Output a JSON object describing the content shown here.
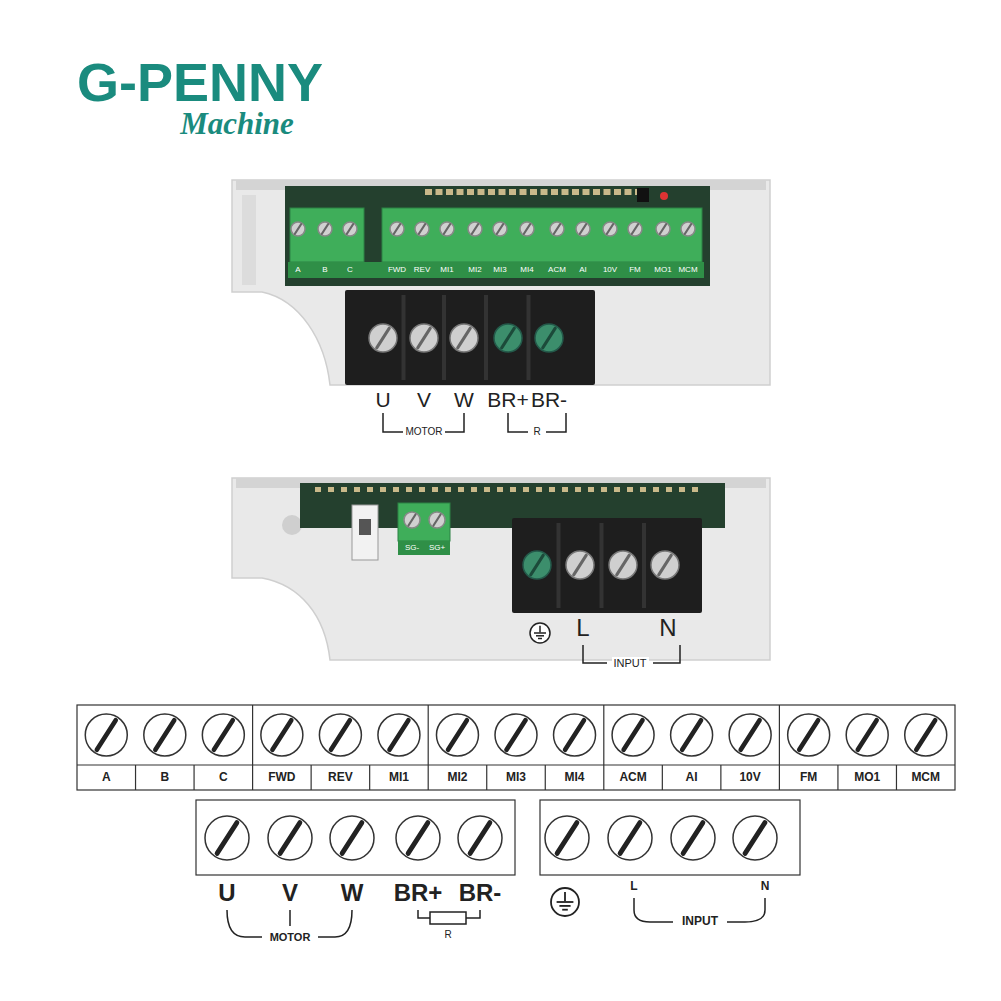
{
  "diagram": {
    "title": "G-PENNY",
    "nodes": [
      {
        "text": [
          "A"
        ]
      },
      {
        "text": [
          "B"
        ]
      },
      {
        "text": [
          "C"
        ]
      },
      {
        "text": [
          "FWD"
        ]
      },
      {
        "text": [
          "REV"
        ]
      },
      {
        "text": [
          "MI1"
        ]
      },
      {
        "text": [
          "MI2"
        ]
      },
      {
        "text": [
          "MI3"
        ]
      },
      {
        "text": [
          "MI4"
        ]
      },
      {
        "text": [
          "ACM"
        ]
      },
      {
        "text": [
          "AI"
        ]
      },
      {
        "text": [
          "10V"
        ]
      },
      {
        "text": [
          "FM"
        ]
      },
      {
        "text": [
          "MO1"
        ]
      },
      {
        "text": [
          "MCM"
        ]
      }
    ],
    "labels": [
      "Machine",
      "A",
      "B",
      "C",
      "FWD",
      "REV",
      "MI1",
      "MI2",
      "MI3",
      "MI4",
      "ACM",
      "AI",
      "10V",
      "FM",
      "MO1",
      "MCM",
      "U",
      "V",
      "W",
      "BR+",
      "BR-",
      "MOTOR",
      "R",
      "SG-",
      "SG+",
      "L",
      "N",
      "INPUT",
      "U",
      "V",
      "W",
      "BR+",
      "BR-",
      "MOTOR",
      "R",
      "L",
      "N",
      "INPUT"
    ]
  }
}
